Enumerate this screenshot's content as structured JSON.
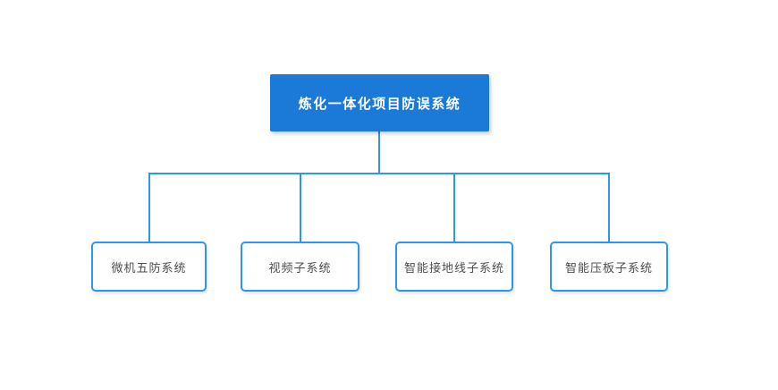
{
  "diagram": {
    "type": "org-chart",
    "root": {
      "label": "炼化一体化项目防误系统"
    },
    "children": [
      {
        "label": "微机五防系统"
      },
      {
        "label": "视频子系统"
      },
      {
        "label": "智能接地线子系统"
      },
      {
        "label": "智能压板子系统"
      }
    ],
    "colors": {
      "background": "#ffffff",
      "root_fill": "#1b7ad7",
      "root_text": "#ffffff",
      "connector": "#2e96f0",
      "child_border": "#2e96f0",
      "child_fill": "#ffffff",
      "child_text": "#4d4d4d"
    }
  }
}
